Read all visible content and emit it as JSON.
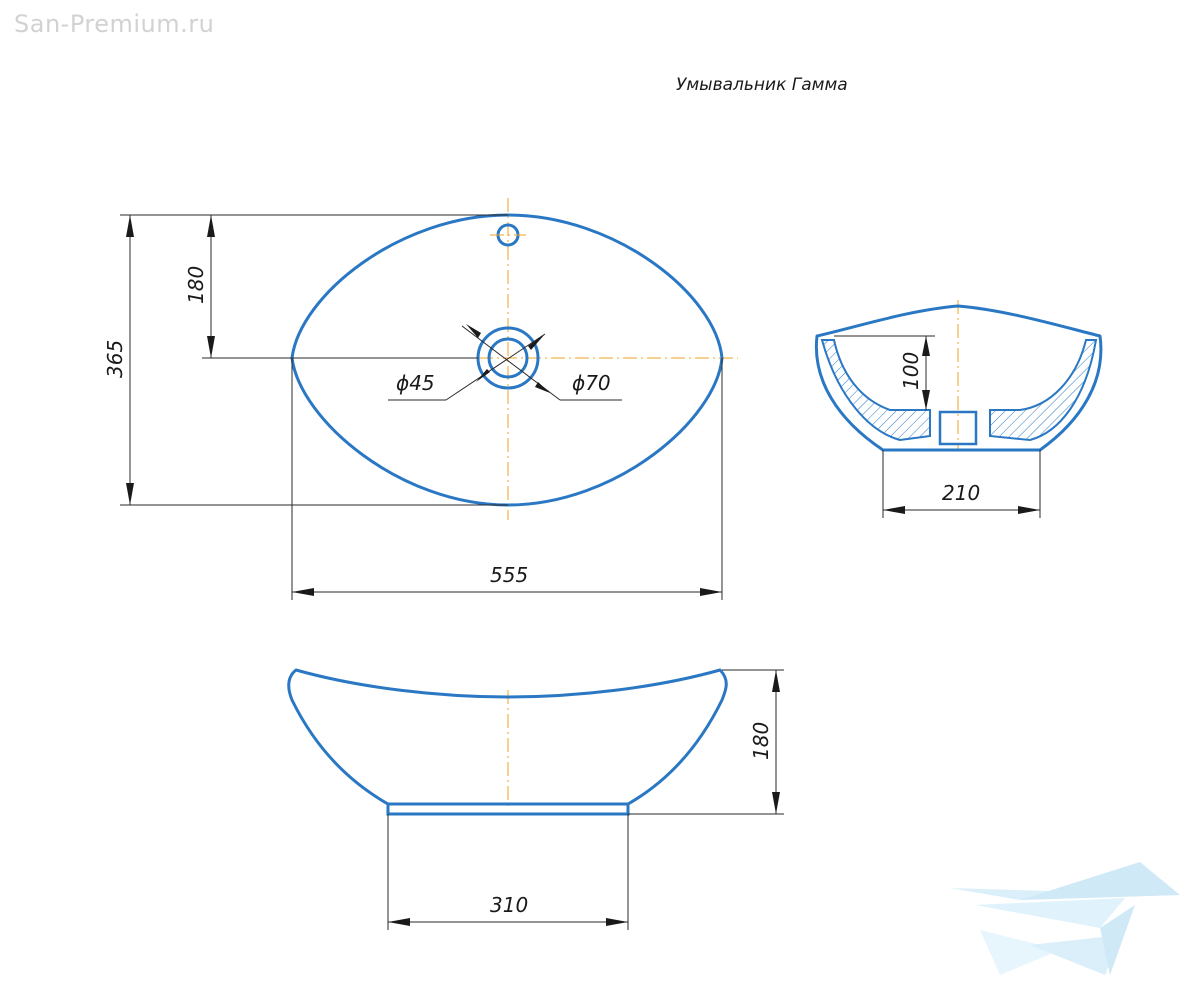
{
  "watermark": "San-Premium.ru",
  "title": "Умывальник Гамма",
  "dimensions": {
    "width": "555",
    "depth": "365",
    "to_drain": "180",
    "drain_inner": "ϕ45",
    "drain_outer": "ϕ70",
    "side_height": "100",
    "side_base": "210",
    "front_height": "180",
    "front_base": "310"
  },
  "colors": {
    "outline": "#2a78c4",
    "axis": "#f0a020",
    "dimension": "#1a1a1a",
    "watermark": "#d2d2d2"
  },
  "icons": [
    "brand-logo-icon"
  ]
}
